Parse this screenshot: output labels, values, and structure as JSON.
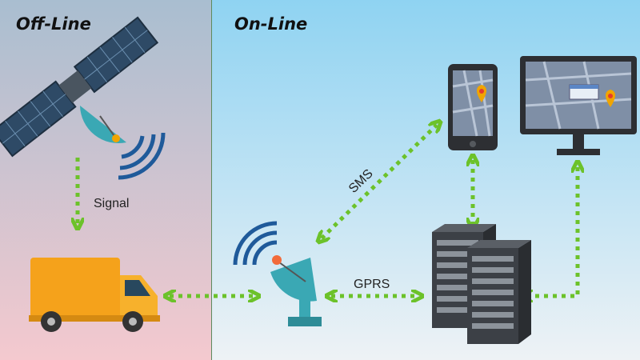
{
  "sections": {
    "offline_title": "Off-Line",
    "online_title": "On-Line"
  },
  "links": {
    "signal": "Signal",
    "sms": "SMS",
    "gprs": "GPRS"
  },
  "colors": {
    "offline_top": "#a9bed0",
    "offline_bottom": "#f4c9cf",
    "online_top": "#8fd3f2",
    "online_bottom": "#eef2f5",
    "arrow": "#6cc22a",
    "truck": "#f5a21b",
    "dish": "#3aa8b4",
    "device": "#2d2f33",
    "server": "#3c4046"
  },
  "icons": [
    "satellite-icon",
    "truck-icon",
    "antenna-dish-icon",
    "smartphone-icon",
    "monitor-icon",
    "server-rack-icon",
    "map-pin-icon"
  ]
}
